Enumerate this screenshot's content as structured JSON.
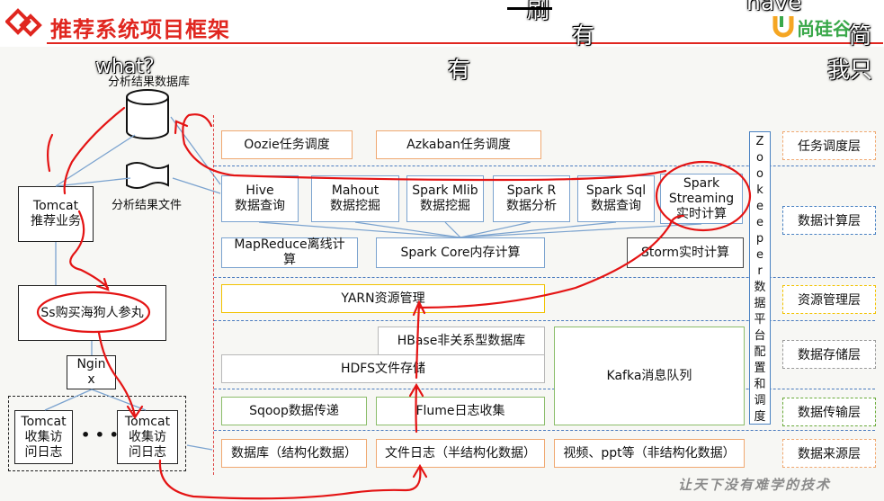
{
  "header": {
    "title": "推荐系统项目框架",
    "logo_text": "尚硅谷"
  },
  "overlays": {
    "what": "what？",
    "you_top": "有",
    "you_mid": "有",
    "shua": "刷",
    "have": "have",
    "jian": "简",
    "wozhi": "我只"
  },
  "left": {
    "db_label": "分析结果数据库",
    "file_label": "分析结果文件",
    "tomcat_rec": "Tomcat\n推荐业务",
    "shop": "Ss购买海狗人参丸",
    "nginx": "Ngin\nx",
    "tomcat_log1": "Tomcat\n收集访\n问日志",
    "dots": "• • •",
    "tomcat_log2": "Tomcat\n收集访\n问日志"
  },
  "boxes": {
    "oozie": "Oozie任务调度",
    "azkaban": "Azkaban任务调度",
    "hive": "Hive\n数据查询",
    "mahout": "Mahout\n数据挖掘",
    "mllib": "Spark Mlib\n数据挖掘",
    "spark_r": "Spark R\n数据分析",
    "spark_sql": "Spark Sql\n数据查询",
    "streaming": "Spark\nStreaming\n实时计算",
    "mapreduce": "MapReduce离线计\n算",
    "spark_core": "Spark Core内存计算",
    "storm": "Storm实时计算",
    "yarn": "YARN资源管理",
    "hbase": "HBase非关系型数据库",
    "hdfs": "HDFS文件存储",
    "kafka": "Kafka消息队列",
    "sqoop": "Sqoop数据传递",
    "flume": "Flume日志收集",
    "src_db": "数据库（结构化数据）",
    "src_file": "文件日志（半结构化数据）",
    "src_video": "视频、ppt等（非结构化数据）",
    "zookeeper": "Z\no\no\nk\ne\ne\np\ne\nr\n数\n据\n平\n台\n配\n置\n和\n调\n度"
  },
  "layers": [
    "任务调度层",
    "数据计算层",
    "资源管理层",
    "数据存储层",
    "数据传输层",
    "数据来源层"
  ],
  "footer": {
    "slogan": "让天下没有难学的技术"
  },
  "colors": {
    "title_red": "#e0261f",
    "annotation_red": "#e41414",
    "divider_blue": "#4a7bbf",
    "logo_green": "#3aa84a",
    "logo_orange": "#f5a623"
  }
}
